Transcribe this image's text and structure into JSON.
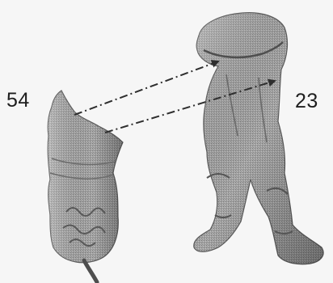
{
  "labels": {
    "left": "54",
    "right": "23"
  },
  "icons": {
    "left_shape": "partial-scan-fragment",
    "right_shape": "full-figure-model",
    "arrows": "dash-dot-correspondence-arrows"
  },
  "colors": {
    "background": "#f6f6f6",
    "shape_fill": "#a9a9a9",
    "shape_shadow": "#6f6f6f",
    "shape_highlight": "#d4d4d4",
    "arrow": "#3a3a3a",
    "text": "#1e1e1e"
  }
}
